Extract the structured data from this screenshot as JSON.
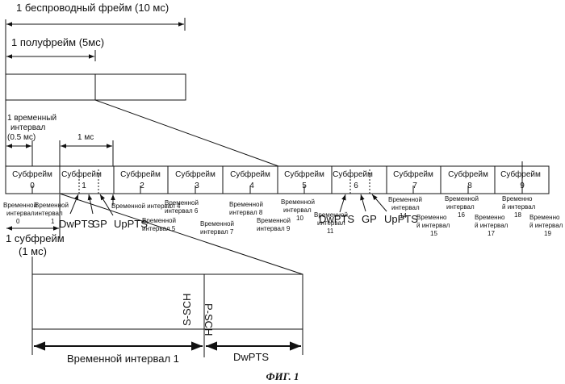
{
  "radio_frame_label": "1 беспроводный фрейм (10 мс)",
  "half_frame_label": "1 полуфрейм (5мс)",
  "slot_label": {
    "line1": "1 временный",
    "line2": "интервал",
    "line3": "(0.5 мс)"
  },
  "ms_label": "1 мс",
  "subframe_label": {
    "line1": "1 субфрейм",
    "line2": "(1 мс)"
  },
  "subframes": [
    {
      "name": "Субфрейм",
      "num": "0"
    },
    {
      "name": "Субфрейм",
      "num": "1"
    },
    {
      "name": "Субфрейм",
      "num": "2"
    },
    {
      "name": "Субфрейм",
      "num": "3"
    },
    {
      "name": "Субфрейм",
      "num": "4"
    },
    {
      "name": "Субфрейм",
      "num": "5"
    },
    {
      "name": "Субфрейм",
      "num": "6"
    },
    {
      "name": "Субфрейм",
      "num": "7"
    },
    {
      "name": "Субфрейм",
      "num": "8"
    },
    {
      "name": "Субфрейм",
      "num": "9"
    }
  ],
  "slot_labels": {
    "s0": {
      "l1": "Временной",
      "l2": "интервал",
      "l3": "0"
    },
    "s1": {
      "l1": "Временной",
      "l2": "интервал",
      "l3": "1"
    },
    "s4": "Временной интервал 4",
    "s5": {
      "l1": "Временной",
      "l2": "интервал 5"
    },
    "s6": {
      "l1": "Временной",
      "l2": "интервал 6"
    },
    "s7": {
      "l1": "Временной",
      "l2": "интервал 7"
    },
    "s8": {
      "l1": "Временной",
      "l2": "интервал 8"
    },
    "s9": {
      "l1": "Временной",
      "l2": "интервал 9"
    },
    "s10": {
      "l1": "Временной",
      "l2": "интервал",
      "l3": "10"
    },
    "s11": {
      "l1": "Временной",
      "l2": "интервал",
      "l3": "11"
    },
    "s14": {
      "l1": "Временной",
      "l2": "интервал",
      "l3": "14"
    },
    "s15": {
      "l1": "Временно",
      "l2": "й интервал",
      "l3": "15"
    },
    "s16": {
      "l1": "Временной",
      "l2": "интервал",
      "l3": "16"
    },
    "s17": {
      "l1": "Временно",
      "l2": "й интервал",
      "l3": "17"
    },
    "s18": {
      "l1": "Временно",
      "l2": "й интервал",
      "l3": "18"
    },
    "s19": {
      "l1": "Временно",
      "l2": "й интервал",
      "l3": "19"
    }
  },
  "special_fields_1": {
    "dwpts": "DwPTS",
    "gp": "GP",
    "uppts": "UpPTS"
  },
  "special_fields_6": {
    "dwpts": "DwPTS",
    "gp": "GP",
    "uppts": "UpPTS"
  },
  "bottom": {
    "psch": "P-SCH",
    "ssch": "S-SCH",
    "slot1_label": "Временной интервал 1",
    "dwpts_label": "DwPTS"
  },
  "caption": "ФИГ. 1"
}
